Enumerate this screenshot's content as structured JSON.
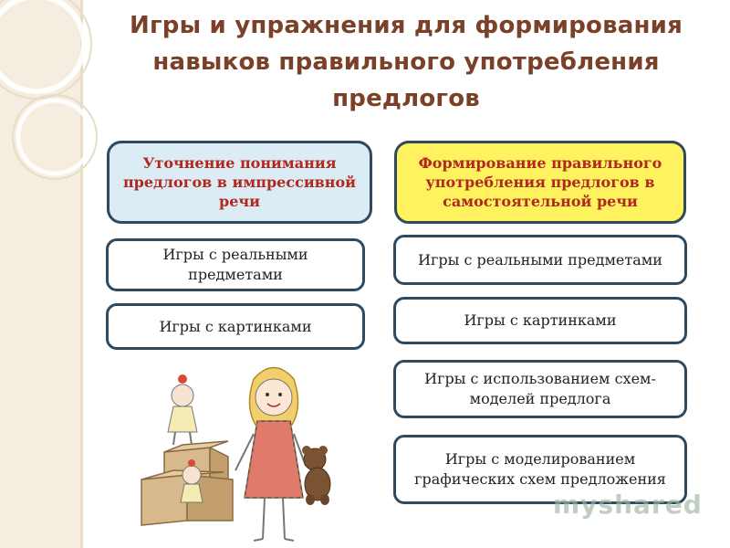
{
  "title": "Игры и упражнения для формирования навыков правильного употребления предлогов",
  "columns": [
    {
      "header": "Уточнение понимания предлогов в импрессивной речи",
      "header_color": "#dcecf5",
      "items": [
        "Игры с реальными предметами",
        "Игры с картинками"
      ]
    },
    {
      "header": "Формирование правильного употребления предлогов в самостоятельной речи",
      "header_color": "#fef25e",
      "items": [
        "Игры с реальными предметами",
        "Игры с картинками",
        "Игры с использованием схем-моделей предлога",
        "Игры с моделированием графических схем предложения"
      ]
    }
  ],
  "watermark": "myshared",
  "colors": {
    "title": "#7a4128",
    "header_text": "#b0281e",
    "box_border": "#2f4a5e",
    "side_band": "#f4ede0"
  },
  "illustration": "girl-with-teddy-bear-and-boxes"
}
